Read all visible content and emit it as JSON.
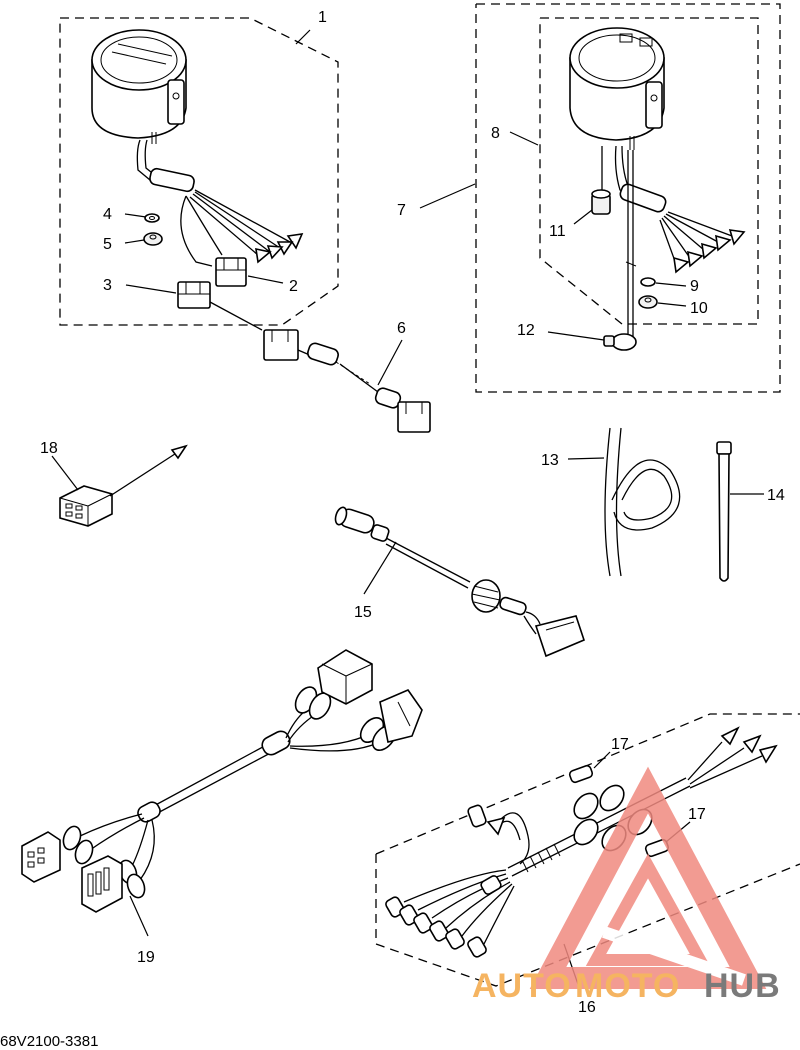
{
  "callouts": [
    "1",
    "2",
    "3",
    "4",
    "5",
    "6",
    "7",
    "8",
    "9",
    "10",
    "11",
    "12",
    "13",
    "14",
    "15",
    "16",
    "17",
    "17",
    "18",
    "19"
  ],
  "drawing_code": "68V2100-3381",
  "watermark": {
    "part1": "AUTO",
    "part2": "MOTO",
    "part3": "HUB",
    "color_red": "#f08a80",
    "color_orange": "#f5b461",
    "color_gray": "#7a7a7a"
  }
}
